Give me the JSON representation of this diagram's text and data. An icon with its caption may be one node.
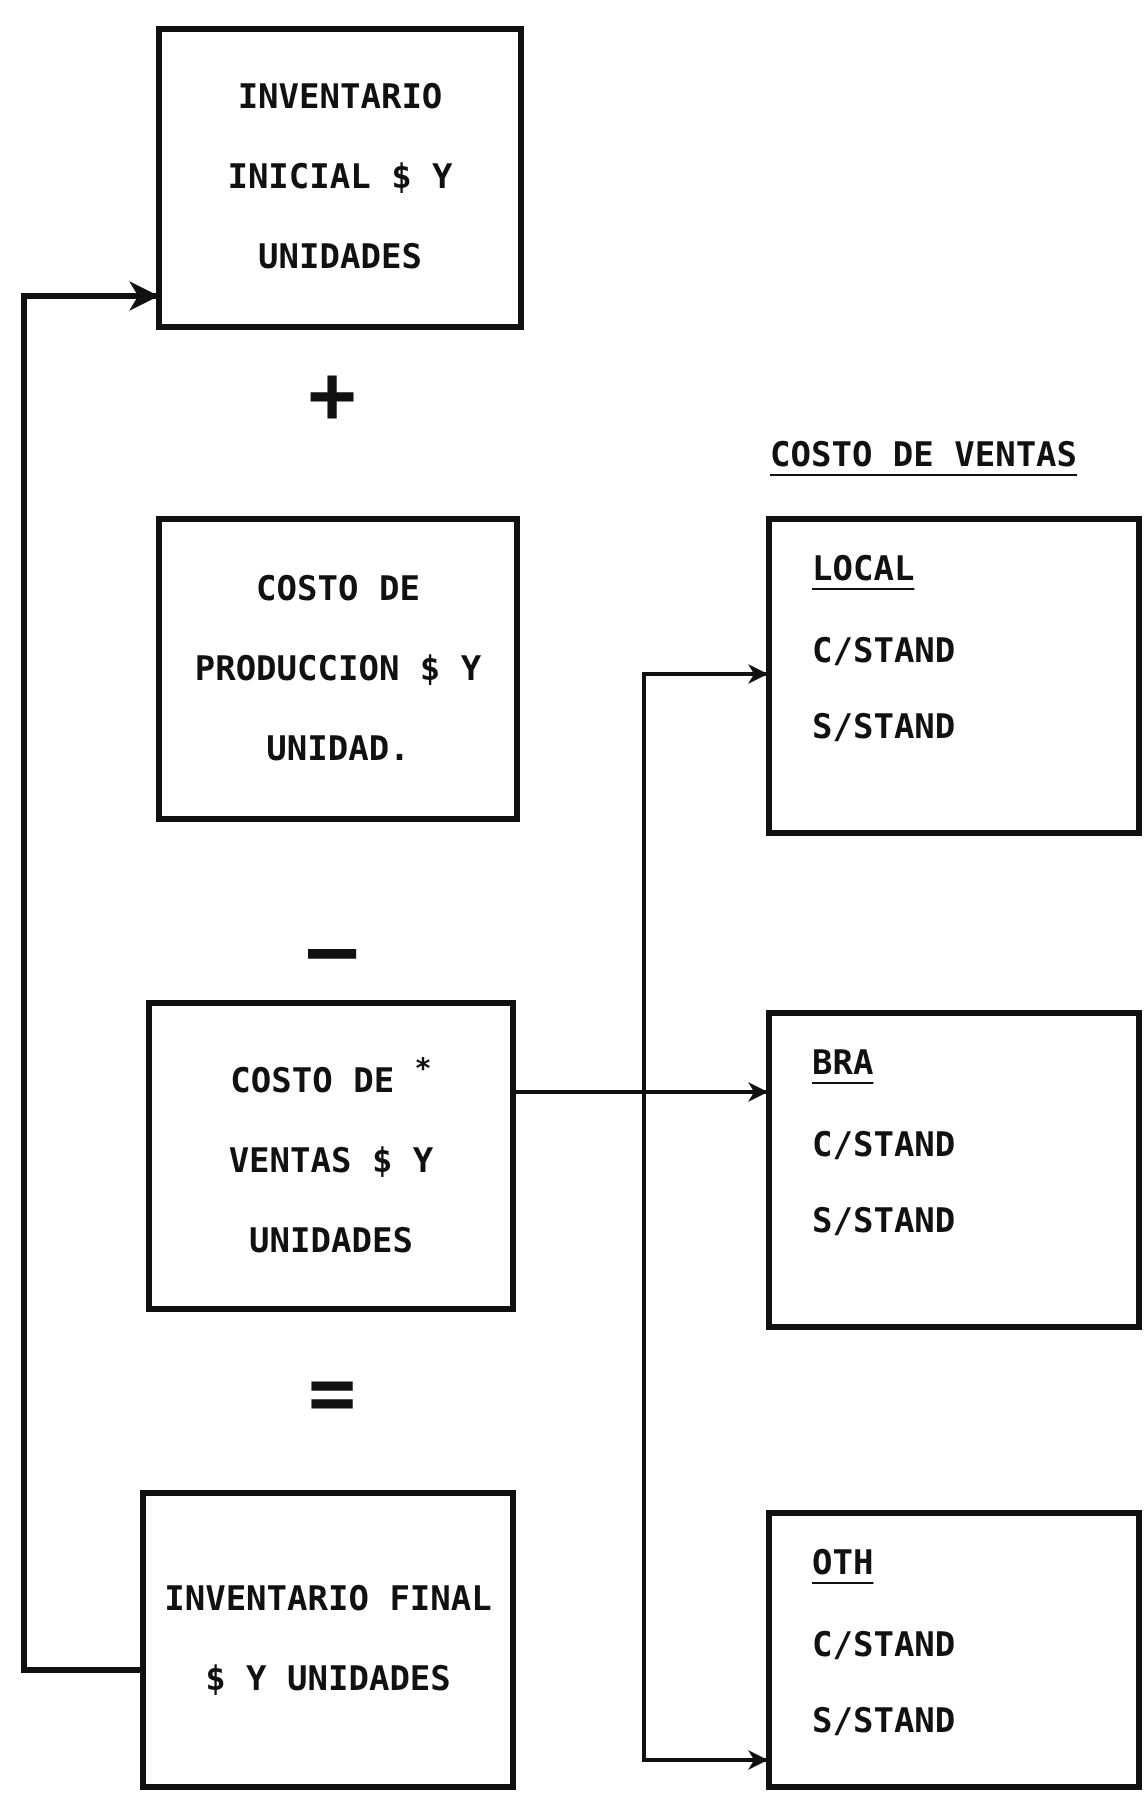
{
  "diagram": {
    "nodes": [
      {
        "text": [
          "INVENTARIO INICIAL $ Y UNIDADES"
        ]
      },
      {
        "text": [
          "COSTO DE PRODUCCION $ Y UNIDAD."
        ]
      },
      {
        "text": [
          "COSTO DE $^{*}$ VENTAS $ Y UNIDADES"
        ]
      },
      {
        "text": [
          "INVENTARIO FINAL $ Y UNIDADES"
        ]
      },
      {
        "text": [
          "LOCAL",
          "C/STAND",
          "S/STAND"
        ]
      },
      {
        "text": [
          "BRA",
          "C/STAND",
          "S/STAND"
        ]
      },
      {
        "text": [
          "OTH",
          "C/STAND",
          "S/STAND"
        ]
      }
    ],
    "edges": [
      {
        "from": 3,
        "to": 0,
        "arrow": "to"
      },
      {
        "from": 2,
        "to": 4,
        "arrow": "to"
      },
      {
        "from": 2,
        "to": 5,
        "arrow": "to"
      },
      {
        "from": 2,
        "to": 6,
        "arrow": "to"
      }
    ],
    "labels": [
      "+",
      "COSTO DE VENTAS",
      "—",
      "="
    ]
  }
}
